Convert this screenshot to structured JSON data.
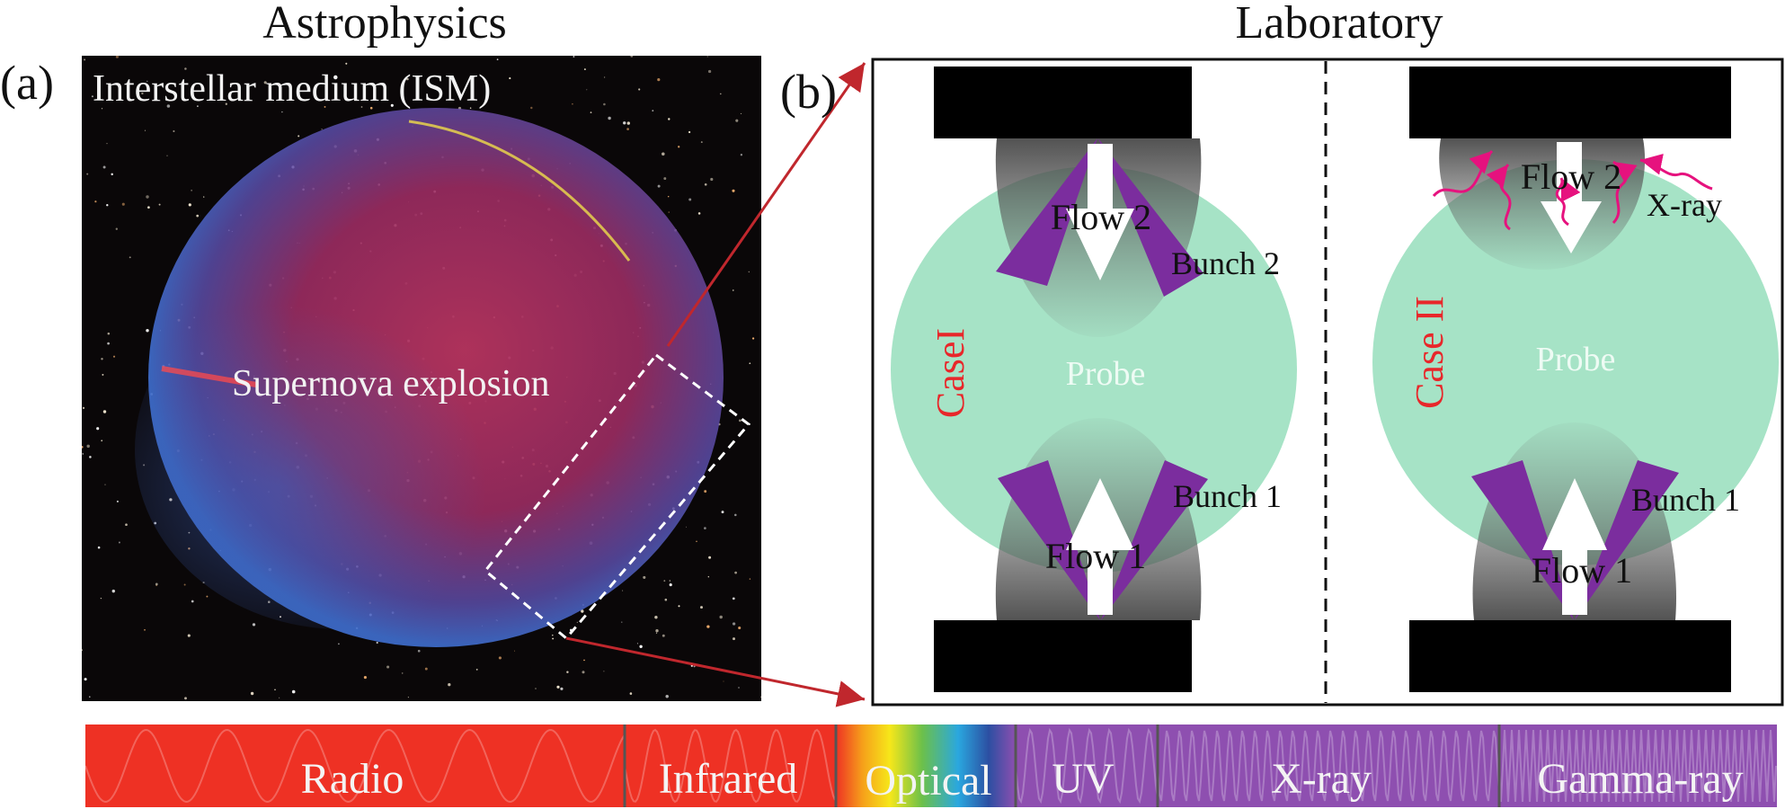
{
  "headings": {
    "left": "Astrophysics",
    "right": "Laboratory"
  },
  "panel_labels": {
    "a": "(a)",
    "b": "(b)"
  },
  "astro": {
    "ism_label": "Interstellar medium (ISM)",
    "supernova_label": "Supernova explosion"
  },
  "case1": {
    "case_label": "CaseI",
    "probe_label": "Probe",
    "flow_top": "Flow 2",
    "flow_bottom": "Flow 1",
    "bunch_top": "Bunch 2",
    "bunch_bottom": "Bunch 1"
  },
  "case2": {
    "case_label": "Case II",
    "probe_label": "Probe",
    "flow_top": "Flow 2",
    "flow_bottom": "Flow 1",
    "xray_label": "X-ray",
    "bunch_bottom": "Bunch 1"
  },
  "spectrum": [
    {
      "label": "Radio",
      "color": "#ee3124"
    },
    {
      "label": "Infrared",
      "color": "#ee3124"
    },
    {
      "label": "Optical",
      "color": "rainbow"
    },
    {
      "label": "UV",
      "color": "#8e4fb0"
    },
    {
      "label": "X-ray",
      "color": "#8e4fb0"
    },
    {
      "label": "Gamma-ray",
      "color": "#8e4fb0"
    }
  ],
  "colors": {
    "probe": "#a6e3c6",
    "bunch": "#7b2d9e",
    "case_label": "#e8272a",
    "xray_wave": "#e6127e",
    "connector": "#c0272d",
    "target": "#000000"
  }
}
